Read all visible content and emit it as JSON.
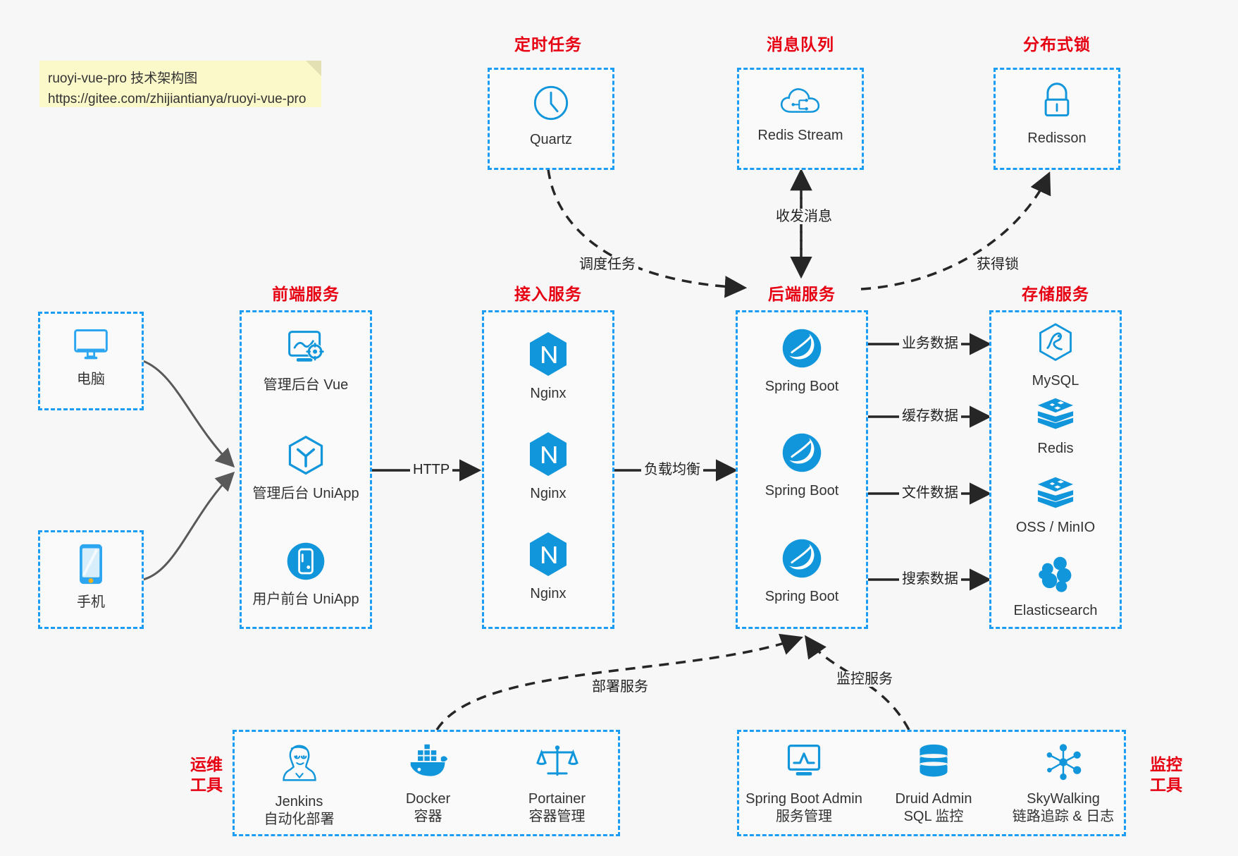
{
  "note": {
    "line1": "ruoyi-vue-pro 技术架构图",
    "line2": "https://gitee.com/zhijiantianya/ruoyi-vue-pro"
  },
  "colors": {
    "group_border": "#1b9cf5",
    "title_red": "#e60012",
    "icon_blue": "#1296db",
    "canvas": "#f7f7f7",
    "note_bg": "#fbf8c9"
  },
  "groups": {
    "scheduler": {
      "title": "定时任务",
      "nodes": [
        {
          "label": "Quartz",
          "icon": "clock-icon"
        }
      ]
    },
    "mq": {
      "title": "消息队列",
      "nodes": [
        {
          "label": "Redis Stream",
          "icon": "cloud-stream-icon"
        }
      ]
    },
    "lock": {
      "title": "分布式锁",
      "nodes": [
        {
          "label": "Redisson",
          "icon": "lock-icon"
        }
      ]
    },
    "devices": {
      "nodes": [
        {
          "label": "电脑",
          "icon": "desktop-icon"
        },
        {
          "label": "手机",
          "icon": "phone-icon"
        }
      ]
    },
    "frontend": {
      "title": "前端服务",
      "nodes": [
        {
          "label": "管理后台 Vue",
          "icon": "dashboard-gear-icon"
        },
        {
          "label": "管理后台 UniApp",
          "icon": "cube-icon"
        },
        {
          "label": "用户前台 UniApp",
          "icon": "mobile-circle-icon"
        }
      ]
    },
    "gateway": {
      "title": "接入服务",
      "nodes": [
        {
          "label": "Nginx",
          "icon": "nginx-icon"
        },
        {
          "label": "Nginx",
          "icon": "nginx-icon"
        },
        {
          "label": "Nginx",
          "icon": "nginx-icon"
        }
      ]
    },
    "backend": {
      "title": "后端服务",
      "nodes": [
        {
          "label": "Spring Boot",
          "icon": "spring-boot-icon"
        },
        {
          "label": "Spring Boot",
          "icon": "spring-boot-icon"
        },
        {
          "label": "Spring Boot",
          "icon": "spring-boot-icon"
        }
      ]
    },
    "storage": {
      "title": "存储服务",
      "nodes": [
        {
          "label": "MySQL",
          "icon": "mysql-icon"
        },
        {
          "label": "Redis",
          "icon": "redis-icon"
        },
        {
          "label": "OSS / MinIO",
          "icon": "redis-icon"
        },
        {
          "label": "Elasticsearch",
          "icon": "elasticsearch-icon"
        }
      ]
    },
    "devops": {
      "title_line1": "运维",
      "title_line2": "工具",
      "nodes": [
        {
          "label": "Jenkins",
          "sub": "自动化部署",
          "icon": "jenkins-icon"
        },
        {
          "label": "Docker",
          "sub": "容器",
          "icon": "docker-icon"
        },
        {
          "label": "Portainer",
          "sub": "容器管理",
          "icon": "scales-icon"
        }
      ]
    },
    "monitor": {
      "title_line1": "监控",
      "title_line2": "工具",
      "nodes": [
        {
          "label": "Spring Boot Admin",
          "sub": "服务管理",
          "icon": "monitor-chart-icon"
        },
        {
          "label": "Druid Admin",
          "sub": "SQL 监控",
          "icon": "database-icon"
        },
        {
          "label": "SkyWalking",
          "sub": "链路追踪 & 日志",
          "icon": "skywalking-icon"
        }
      ]
    }
  },
  "edges": {
    "http": "HTTP",
    "load_balance": "负载均衡",
    "schedule_task": "调度任务",
    "send_receive_msg": "收发消息",
    "acquire_lock": "获得锁",
    "business_data": "业务数据",
    "cache_data": "缓存数据",
    "file_data": "文件数据",
    "search_data": "搜索数据",
    "deploy_service": "部署服务",
    "monitor_service": "监控服务"
  }
}
